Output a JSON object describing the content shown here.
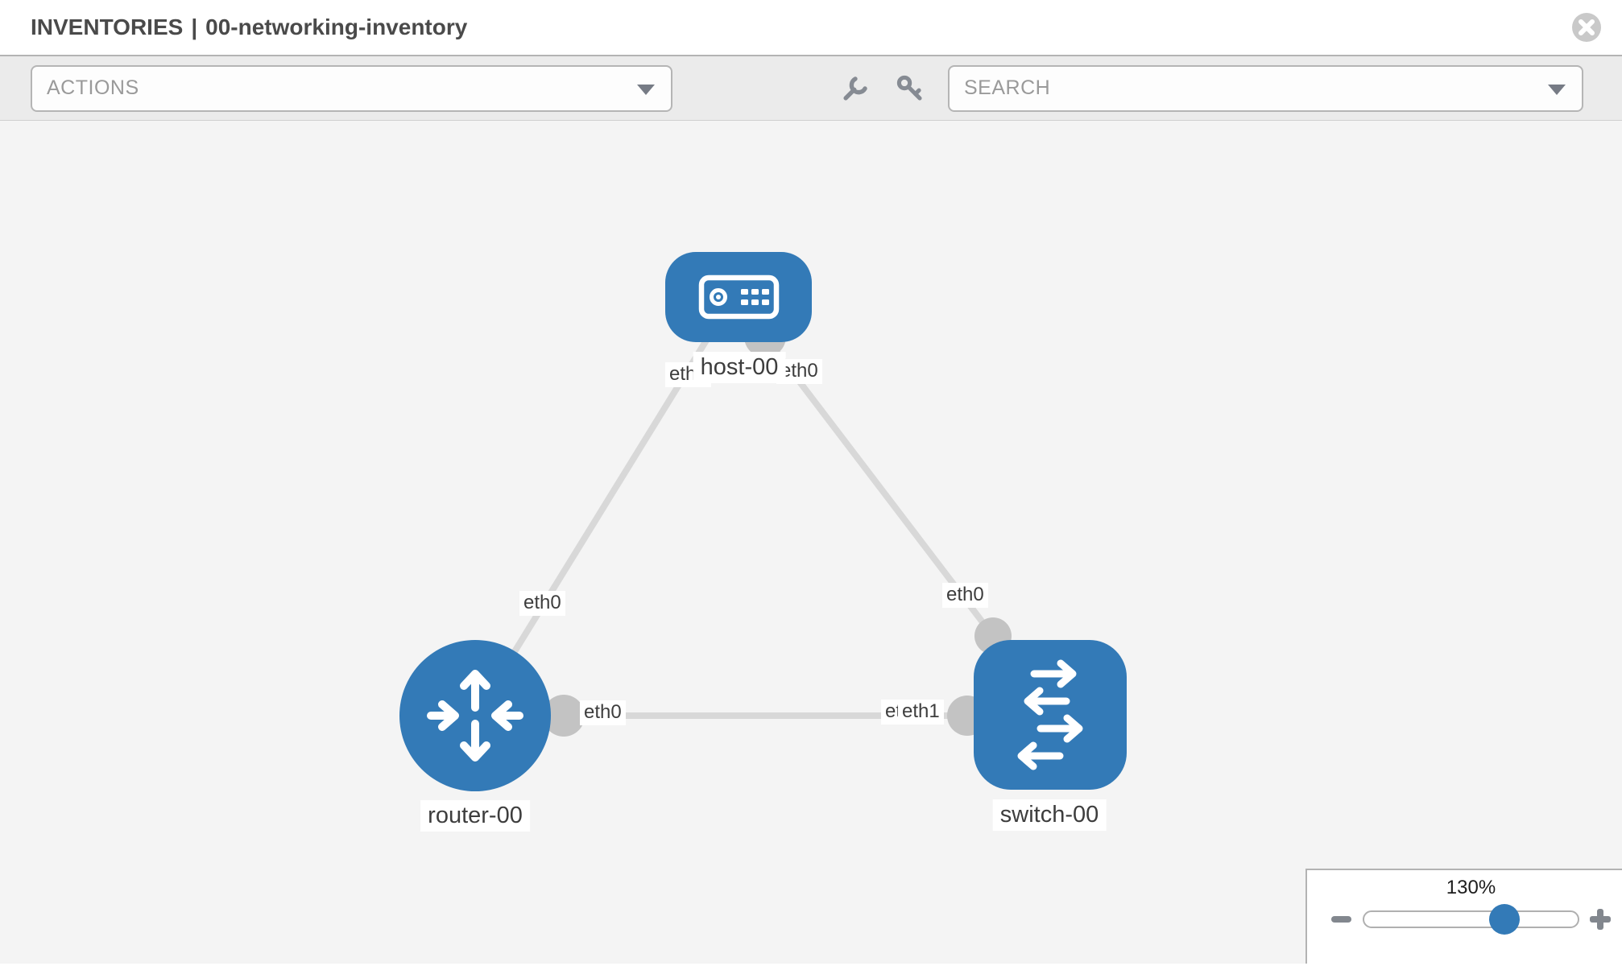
{
  "colors": {
    "node_blue": "#337ab7",
    "link_gray": "#d8d8d8",
    "connector_gray": "#c3c3c3"
  },
  "header": {
    "section": "INVENTORIES",
    "separator": "|",
    "inventory_name": "00-networking-inventory"
  },
  "toolbar": {
    "actions_placeholder": "ACTIONS",
    "search_placeholder": "SEARCH"
  },
  "diagram": {
    "nodes": [
      {
        "id": "host-00",
        "type": "host"
      },
      {
        "id": "router-00",
        "type": "router"
      },
      {
        "id": "switch-00",
        "type": "switch"
      }
    ],
    "links": [
      {
        "from": "router-00",
        "from_if": "eth0",
        "to": "host-00",
        "to_if": "eth0"
      },
      {
        "from": "host-00",
        "from_if": "eth0",
        "to": "switch-00",
        "to_if": "eth0"
      },
      {
        "from": "router-00",
        "from_if": "eth0",
        "to": "switch-00",
        "to_if": "eth1",
        "to_if_back": "eth0"
      }
    ]
  },
  "zoom_control": {
    "level": "130%"
  }
}
